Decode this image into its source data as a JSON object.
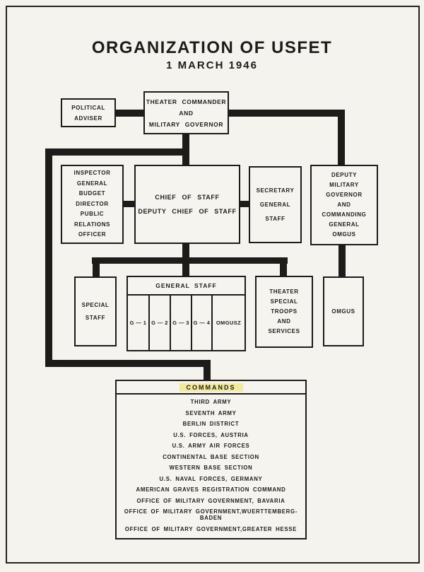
{
  "page": {
    "title": "ORGANIZATION OF USFET",
    "subtitle": "1 MARCH 1946"
  },
  "colors": {
    "paper": "#f5f3ed",
    "ink": "#1d1c1a",
    "commands_highlight": "#f2eb9e"
  },
  "boxes": {
    "political_adviser": {
      "label": "POLITICAL\nADVISER"
    },
    "theater_commander": {
      "label": "THEATER COMMANDER\nAND\nMILITARY GOVERNOR"
    },
    "inspector_general": {
      "label": "INSPECTOR\nGENERAL\nBUDGET\nDIRECTOR\nPUBLIC\nRELATIONS\nOFFICER"
    },
    "chief_of_staff": {
      "label": "CHIEF OF STAFF\nDEPUTY CHIEF OF STAFF"
    },
    "secretary_general_staff": {
      "label": "SECRETARY\nGENERAL\nSTAFF"
    },
    "deputy_military_governor": {
      "label": "DEPUTY\nMILITARY\nGOVERNOR\nAND\nCOMMANDING\nGENERAL\nOMGUS"
    },
    "special_staff": {
      "label": "SPECIAL\nSTAFF"
    },
    "general_staff": {
      "header": "GENERAL STAFF",
      "cells": [
        "G — 1",
        "G — 2",
        "G — 3",
        "G — 4",
        "OMGUSZ"
      ]
    },
    "theater_special_troops": {
      "label": "THEATER\nSPECIAL\nTROOPS\nAND\nSERVICES"
    },
    "omgus": {
      "label": "OMGUS"
    }
  },
  "commands": {
    "header": "COMMANDS",
    "items": [
      "THIRD ARMY",
      "SEVENTH ARMY",
      "BERLIN DISTRICT",
      "U.S. FORCES, AUSTRIA",
      "U.S. ARMY AIR FORCES",
      "CONTINENTAL BASE SECTION",
      "WESTERN BASE SECTION",
      "U.S. NAVAL FORCES, GERMANY",
      "AMERICAN GRAVES REGISTRATION COMMAND",
      "OFFICE OF MILITARY GOVERNMENT, BAVARIA",
      "OFFICE OF MILITARY GOVERNMENT,WUERTTEMBERG-BADEN",
      "OFFICE OF MILITARY GOVERNMENT,GREATER HESSE"
    ]
  }
}
